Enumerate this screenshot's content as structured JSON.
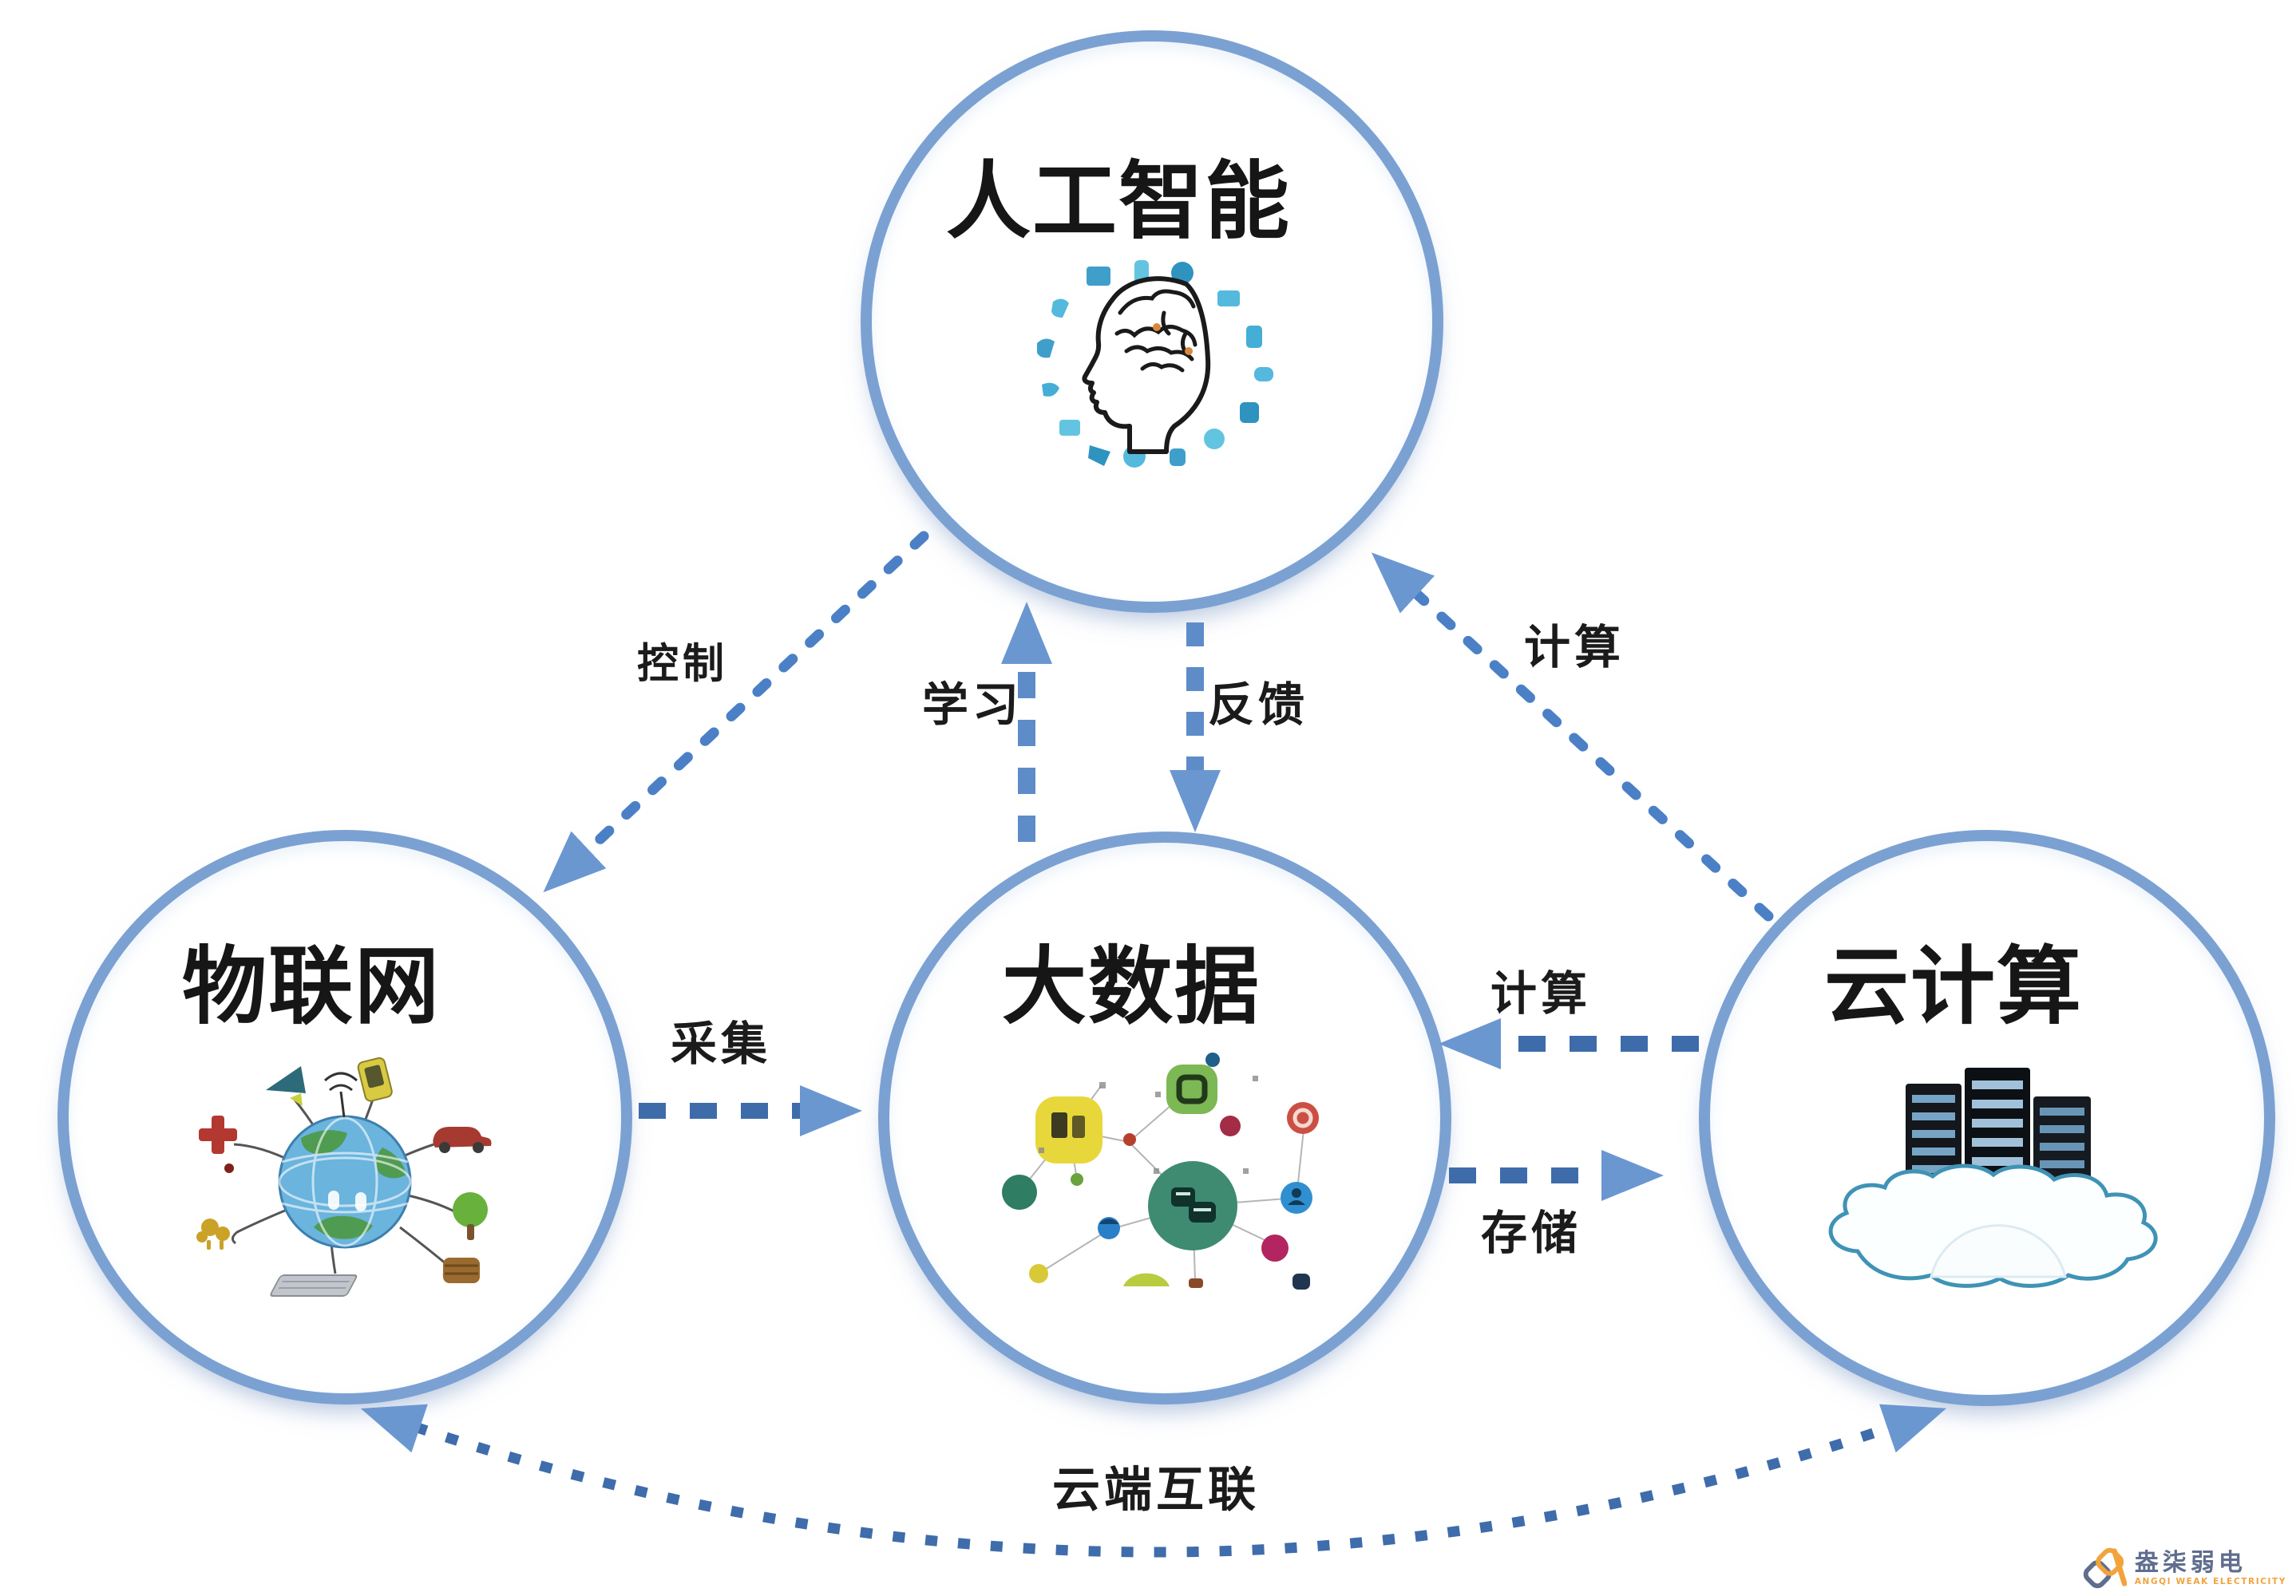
{
  "diagram": {
    "title": "",
    "nodes": [
      {
        "id": "ai",
        "label": "人工智能",
        "icon": "brain-head-icon"
      },
      {
        "id": "iot",
        "label": "物联网",
        "icon": "globe-devices-icon"
      },
      {
        "id": "bigdata",
        "label": "大数据",
        "icon": "data-network-icon"
      },
      {
        "id": "cloud",
        "label": "云计算",
        "icon": "cloud-servers-icon"
      }
    ],
    "edges": [
      {
        "id": "control",
        "from": "ai",
        "to": "iot",
        "label": "控制",
        "style": "dashed"
      },
      {
        "id": "learn",
        "from": "bigdata",
        "to": "ai",
        "label": "学习",
        "style": "dashed"
      },
      {
        "id": "feedback",
        "from": "ai",
        "to": "bigdata",
        "label": "反馈",
        "style": "dashed"
      },
      {
        "id": "compute-ai",
        "from": "cloud",
        "to": "ai",
        "label": "计算",
        "style": "dashed"
      },
      {
        "id": "collect",
        "from": "iot",
        "to": "bigdata",
        "label": "采集",
        "style": "dashed"
      },
      {
        "id": "compute-bd",
        "from": "cloud",
        "to": "bigdata",
        "label": "计算",
        "style": "dashed"
      },
      {
        "id": "store",
        "from": "bigdata",
        "to": "cloud",
        "label": "存储",
        "style": "dashed"
      },
      {
        "id": "cloudlink",
        "from": "cloud",
        "to": "iot",
        "label": "云端互联",
        "style": "dashed",
        "bidirectional": true
      }
    ],
    "colors": {
      "circle_stroke": "#7ba1d2",
      "dash_diagonal": "#4b80c6",
      "dash_vertical": "#5e8cc9",
      "dash_horizontal": "#3e6cab",
      "dash_curve": "#3f6cab",
      "arrowhead": "#6b97d1",
      "label_text": "#1b1b1b",
      "background": "#ffffff"
    }
  },
  "watermark": {
    "cn": "盎柒弱电",
    "en": "ANGQI WEAK ELECTRICITY",
    "accent_orange": "#f2a33c",
    "accent_slate": "#5f6e8e"
  }
}
